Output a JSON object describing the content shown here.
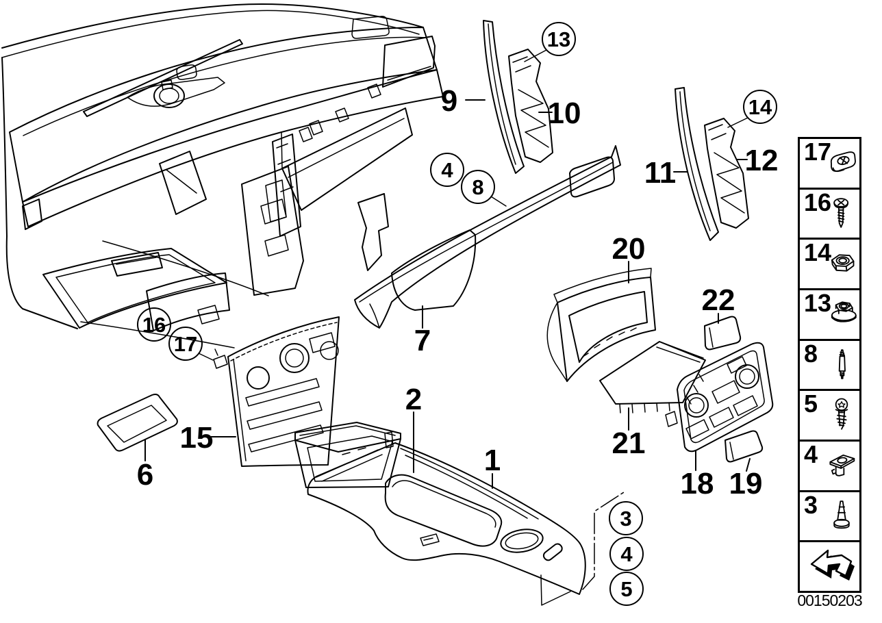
{
  "colors": {
    "background": "#ffffff",
    "ink": "#000000"
  },
  "callouts": {
    "items": [
      {
        "label": "9",
        "style": "plain"
      },
      {
        "label": "10",
        "style": "plain"
      },
      {
        "label": "13",
        "style": "balloon"
      },
      {
        "label": "11",
        "style": "plain"
      },
      {
        "label": "12",
        "style": "plain"
      },
      {
        "label": "14",
        "style": "balloon"
      },
      {
        "label": "4",
        "style": "balloon"
      },
      {
        "label": "8",
        "style": "balloon"
      },
      {
        "label": "7",
        "style": "plain"
      },
      {
        "label": "20",
        "style": "plain"
      },
      {
        "label": "22",
        "style": "plain"
      },
      {
        "label": "21",
        "style": "plain"
      },
      {
        "label": "18",
        "style": "plain"
      },
      {
        "label": "19",
        "style": "plain"
      },
      {
        "label": "16",
        "style": "balloon"
      },
      {
        "label": "17",
        "style": "balloon"
      },
      {
        "label": "15",
        "style": "plain"
      },
      {
        "label": "6",
        "style": "plain"
      },
      {
        "label": "2",
        "style": "plain"
      },
      {
        "label": "1",
        "style": "plain"
      },
      {
        "label": "3",
        "style": "balloon"
      },
      {
        "label": "4",
        "style": "balloon"
      },
      {
        "label": "5",
        "style": "balloon"
      }
    ]
  },
  "sidebar": {
    "items": [
      {
        "label": "17",
        "icon": "cage-nut-icon"
      },
      {
        "label": "16",
        "icon": "tapping-screw-icon"
      },
      {
        "label": "14",
        "icon": "hex-nut-icon"
      },
      {
        "label": "13",
        "icon": "flange-nut-icon"
      },
      {
        "label": "8",
        "icon": "double-end-stud-icon"
      },
      {
        "label": "5",
        "icon": "torx-screw-icon"
      },
      {
        "label": "4",
        "icon": "grommet-clip-icon"
      },
      {
        "label": "3",
        "icon": "expanding-rivet-icon"
      }
    ],
    "back_arrow_icon": "back-arrow-icon"
  },
  "footer": {
    "image_id": "00150203"
  }
}
